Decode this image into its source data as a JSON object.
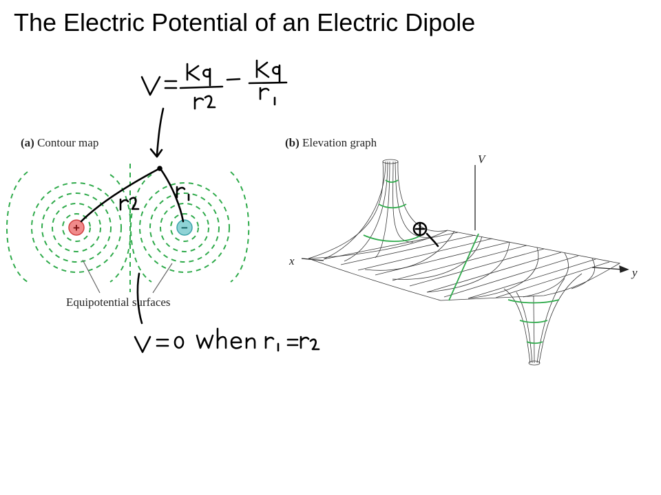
{
  "slide": {
    "title": "The Electric Potential of an Electric Dipole"
  },
  "contour_map": {
    "panel_letter": "(a)",
    "panel_title": "Contour map",
    "caption": "Equipotential surfaces",
    "positive_charge_symbol": "+",
    "negative_charge_symbol": "−"
  },
  "elevation_graph": {
    "panel_letter": "(b)",
    "panel_title": "Elevation graph",
    "axis_v": "V",
    "axis_x": "x",
    "axis_y": "y"
  },
  "handwriting": {
    "potential_equation": "V = Kq/r2 − Kq/r1",
    "zero_condition": "V = 0 when r1 = r2",
    "label_r1": "r1",
    "label_r2": "r2"
  },
  "colors": {
    "positive_charge": "#e84c4c",
    "negative_charge": "#4fb9bf",
    "equipotential": "#2eaa4a",
    "ink": "#000000",
    "mesh": "#333333"
  }
}
